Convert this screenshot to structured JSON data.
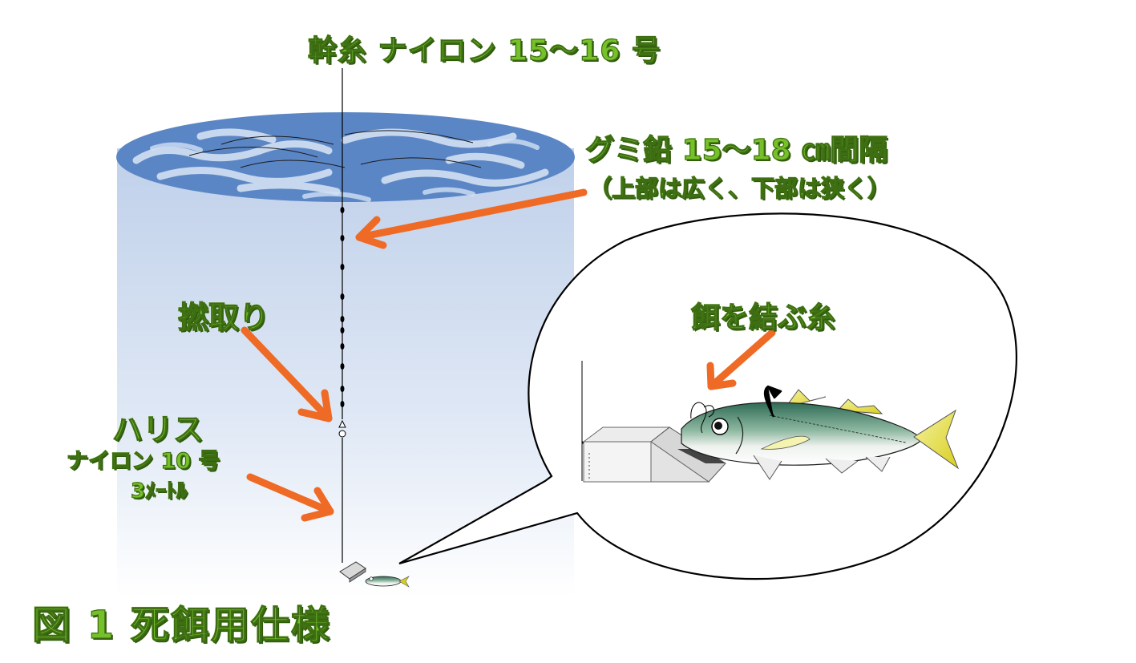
{
  "labels": {
    "main_line": "幹糸 ナイロン 15〜16 号",
    "sinker": "グミ鉛 15〜18 ㎝間隔",
    "sinker_note": "（上部は広く、下部は狭く）",
    "swivel": "撚取り",
    "leader": "ハリス",
    "leader_spec": "ナイロン 10 号",
    "leader_length": "3ﾒｰﾄﾙ",
    "bait_tie": "餌を結ぶ糸"
  },
  "caption": "図 1 死餌用仕様",
  "colors": {
    "label_text": "#76c12a",
    "label_outline": "#3d6e12",
    "arrow": "#ef6a24",
    "water_top": "#bfd0ea",
    "water_bottom": "#ffffff",
    "surface": "#5b86c5",
    "line": "#000000"
  },
  "sinker_count": 10
}
